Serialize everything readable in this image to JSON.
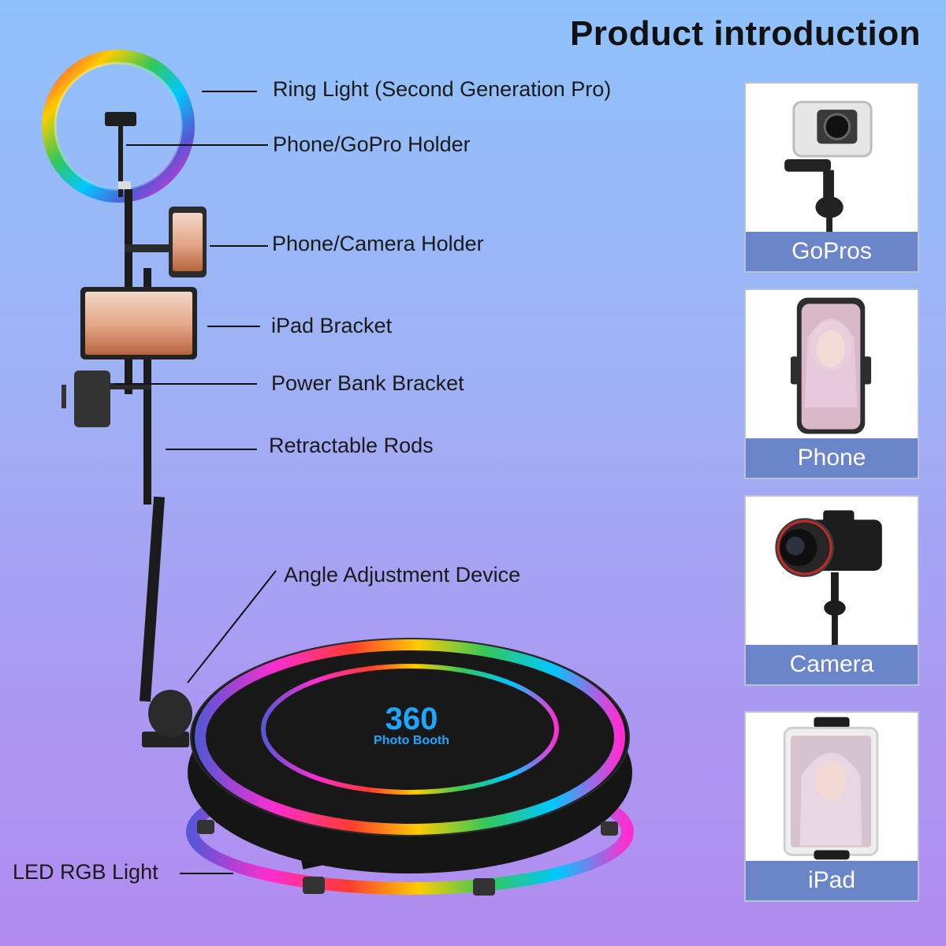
{
  "title": "Product introduction",
  "labels": {
    "ring_light": "Ring Light (Second Generation Pro)",
    "phone_gopro_holder": "Phone/GoPro Holder",
    "phone_camera_holder": "Phone/Camera Holder",
    "ipad_bracket": "iPad Bracket",
    "power_bank_bracket": "Power Bank Bracket",
    "retractable_rods": "Retractable Rods",
    "angle_adjustment": "Angle Adjustment Device",
    "led_rgb_light": "LED RGB Light"
  },
  "platform_logo": {
    "number": "360",
    "text": "Photo Booth"
  },
  "cards": [
    {
      "caption": "GoPros"
    },
    {
      "caption": "Phone"
    },
    {
      "caption": "Camera"
    },
    {
      "caption": "iPad"
    }
  ],
  "colors": {
    "caption_bg": "#6b85c9",
    "title": "#111111",
    "logo": "#1ea7ff"
  }
}
